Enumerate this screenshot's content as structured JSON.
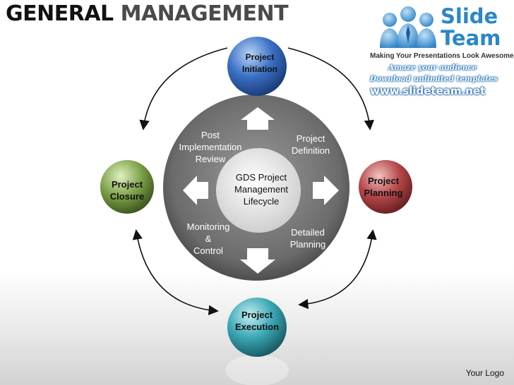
{
  "title": {
    "part1": "GENERAL",
    "part2": "MANAGEMENT"
  },
  "logo": {
    "word1": "Slide",
    "word2": "Team",
    "tagline": "Making Your Presentations Look Awesome",
    "promo1": "Amaze your audience",
    "promo2": "Download unlimited templates",
    "url": "www.slideteam.net"
  },
  "center": {
    "line1": "GDS Project",
    "line2": "Management",
    "line3": "Lifecycle"
  },
  "ring_labels": {
    "post": [
      "Post",
      "Implementation",
      "Review"
    ],
    "definition": [
      "Project",
      "Definition"
    ],
    "monitoring": [
      "Monitoring",
      "&",
      "Control"
    ],
    "planning": [
      "Detailed",
      "Planning"
    ]
  },
  "nodes": {
    "initiation": {
      "line1": "Project",
      "line2": "Initiation",
      "color": "#3a6fc4"
    },
    "planning": {
      "line1": "Project",
      "line2": "Planning",
      "color": "#b5484a"
    },
    "execution": {
      "line1": "Project",
      "line2": "Execution",
      "color": "#3aa7b5"
    },
    "closure": {
      "line1": "Project",
      "line2": "Closure",
      "color": "#7ea34a"
    }
  },
  "footer": {
    "logo_text": "Your Logo"
  }
}
